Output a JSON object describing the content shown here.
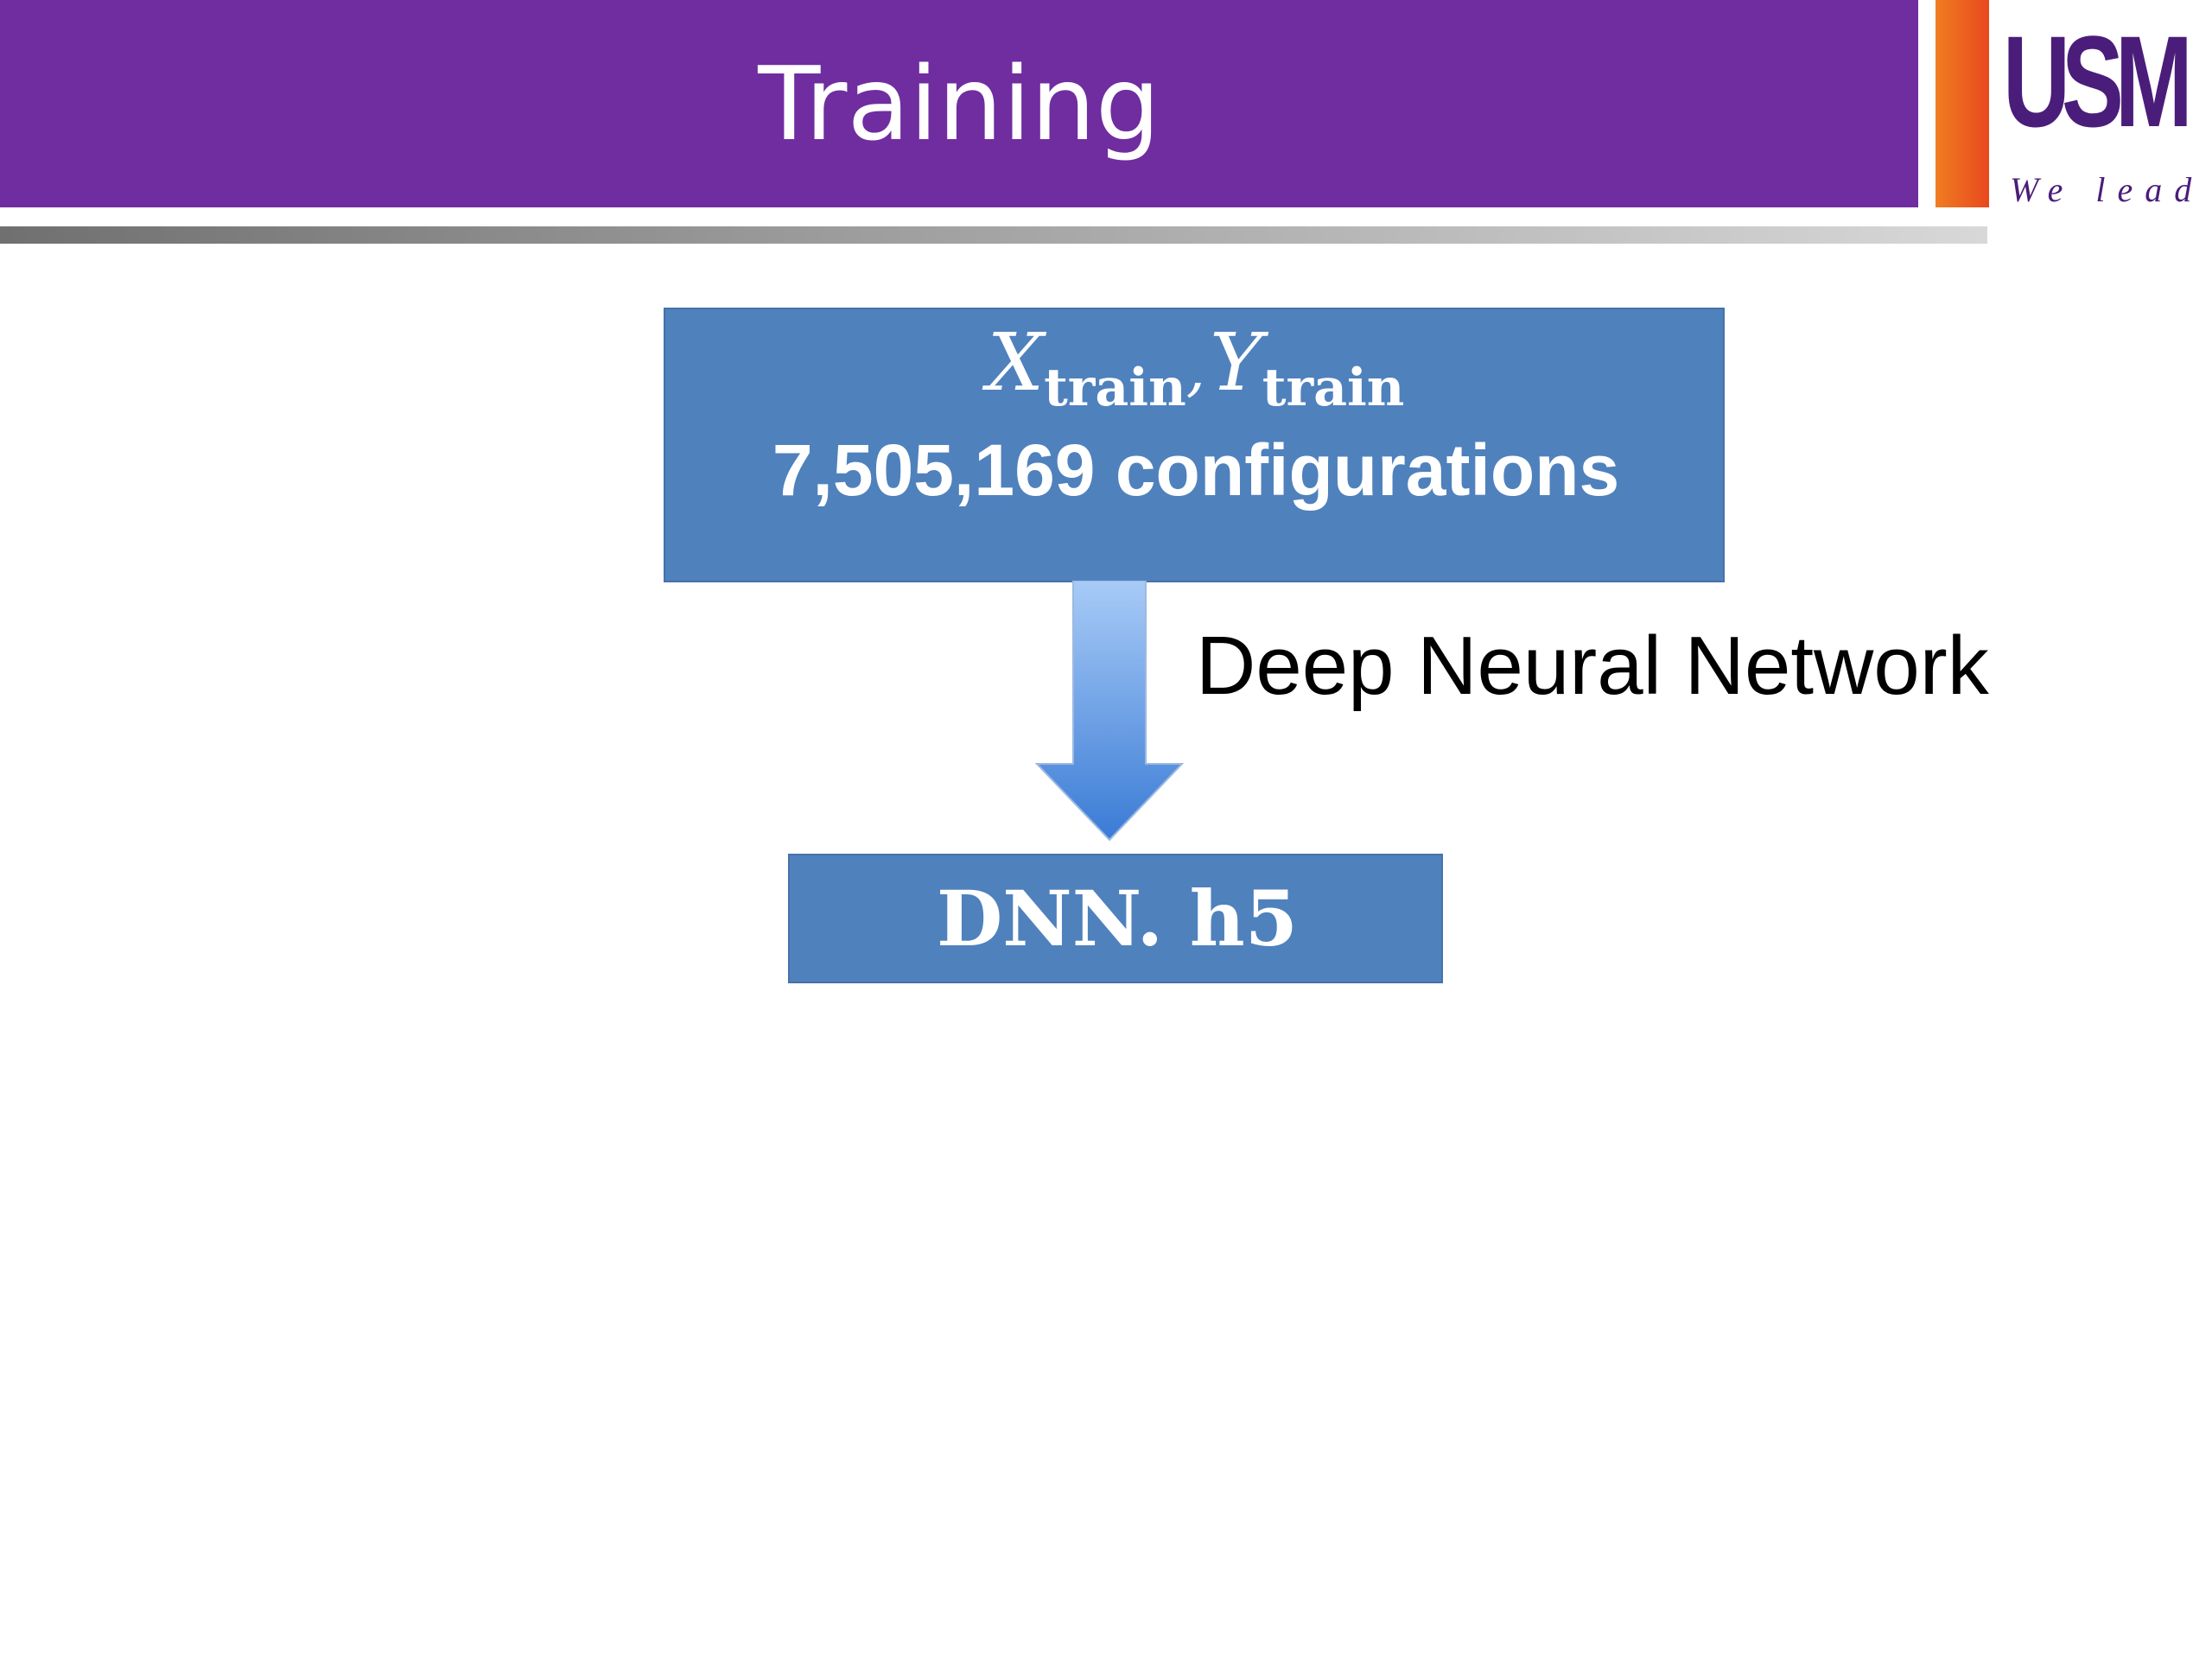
{
  "slide": {
    "title": "Training"
  },
  "logo": {
    "text": "USM",
    "tagline": "We lead"
  },
  "diagram": {
    "input_box": {
      "x_var": "X",
      "x_sub": "train",
      "separator": ",",
      "y_var": "Y",
      "y_sub": "train",
      "configurations": "7,505,169 configurations"
    },
    "arrow_label": "Deep Neural Network",
    "output_box": {
      "label": "DNN. h5"
    }
  },
  "colors": {
    "title_bar": "#6f2da0",
    "box_fill": "#4f81bd",
    "logo_orange": "#f07d22",
    "logo_purple": "#4b1d7a"
  }
}
